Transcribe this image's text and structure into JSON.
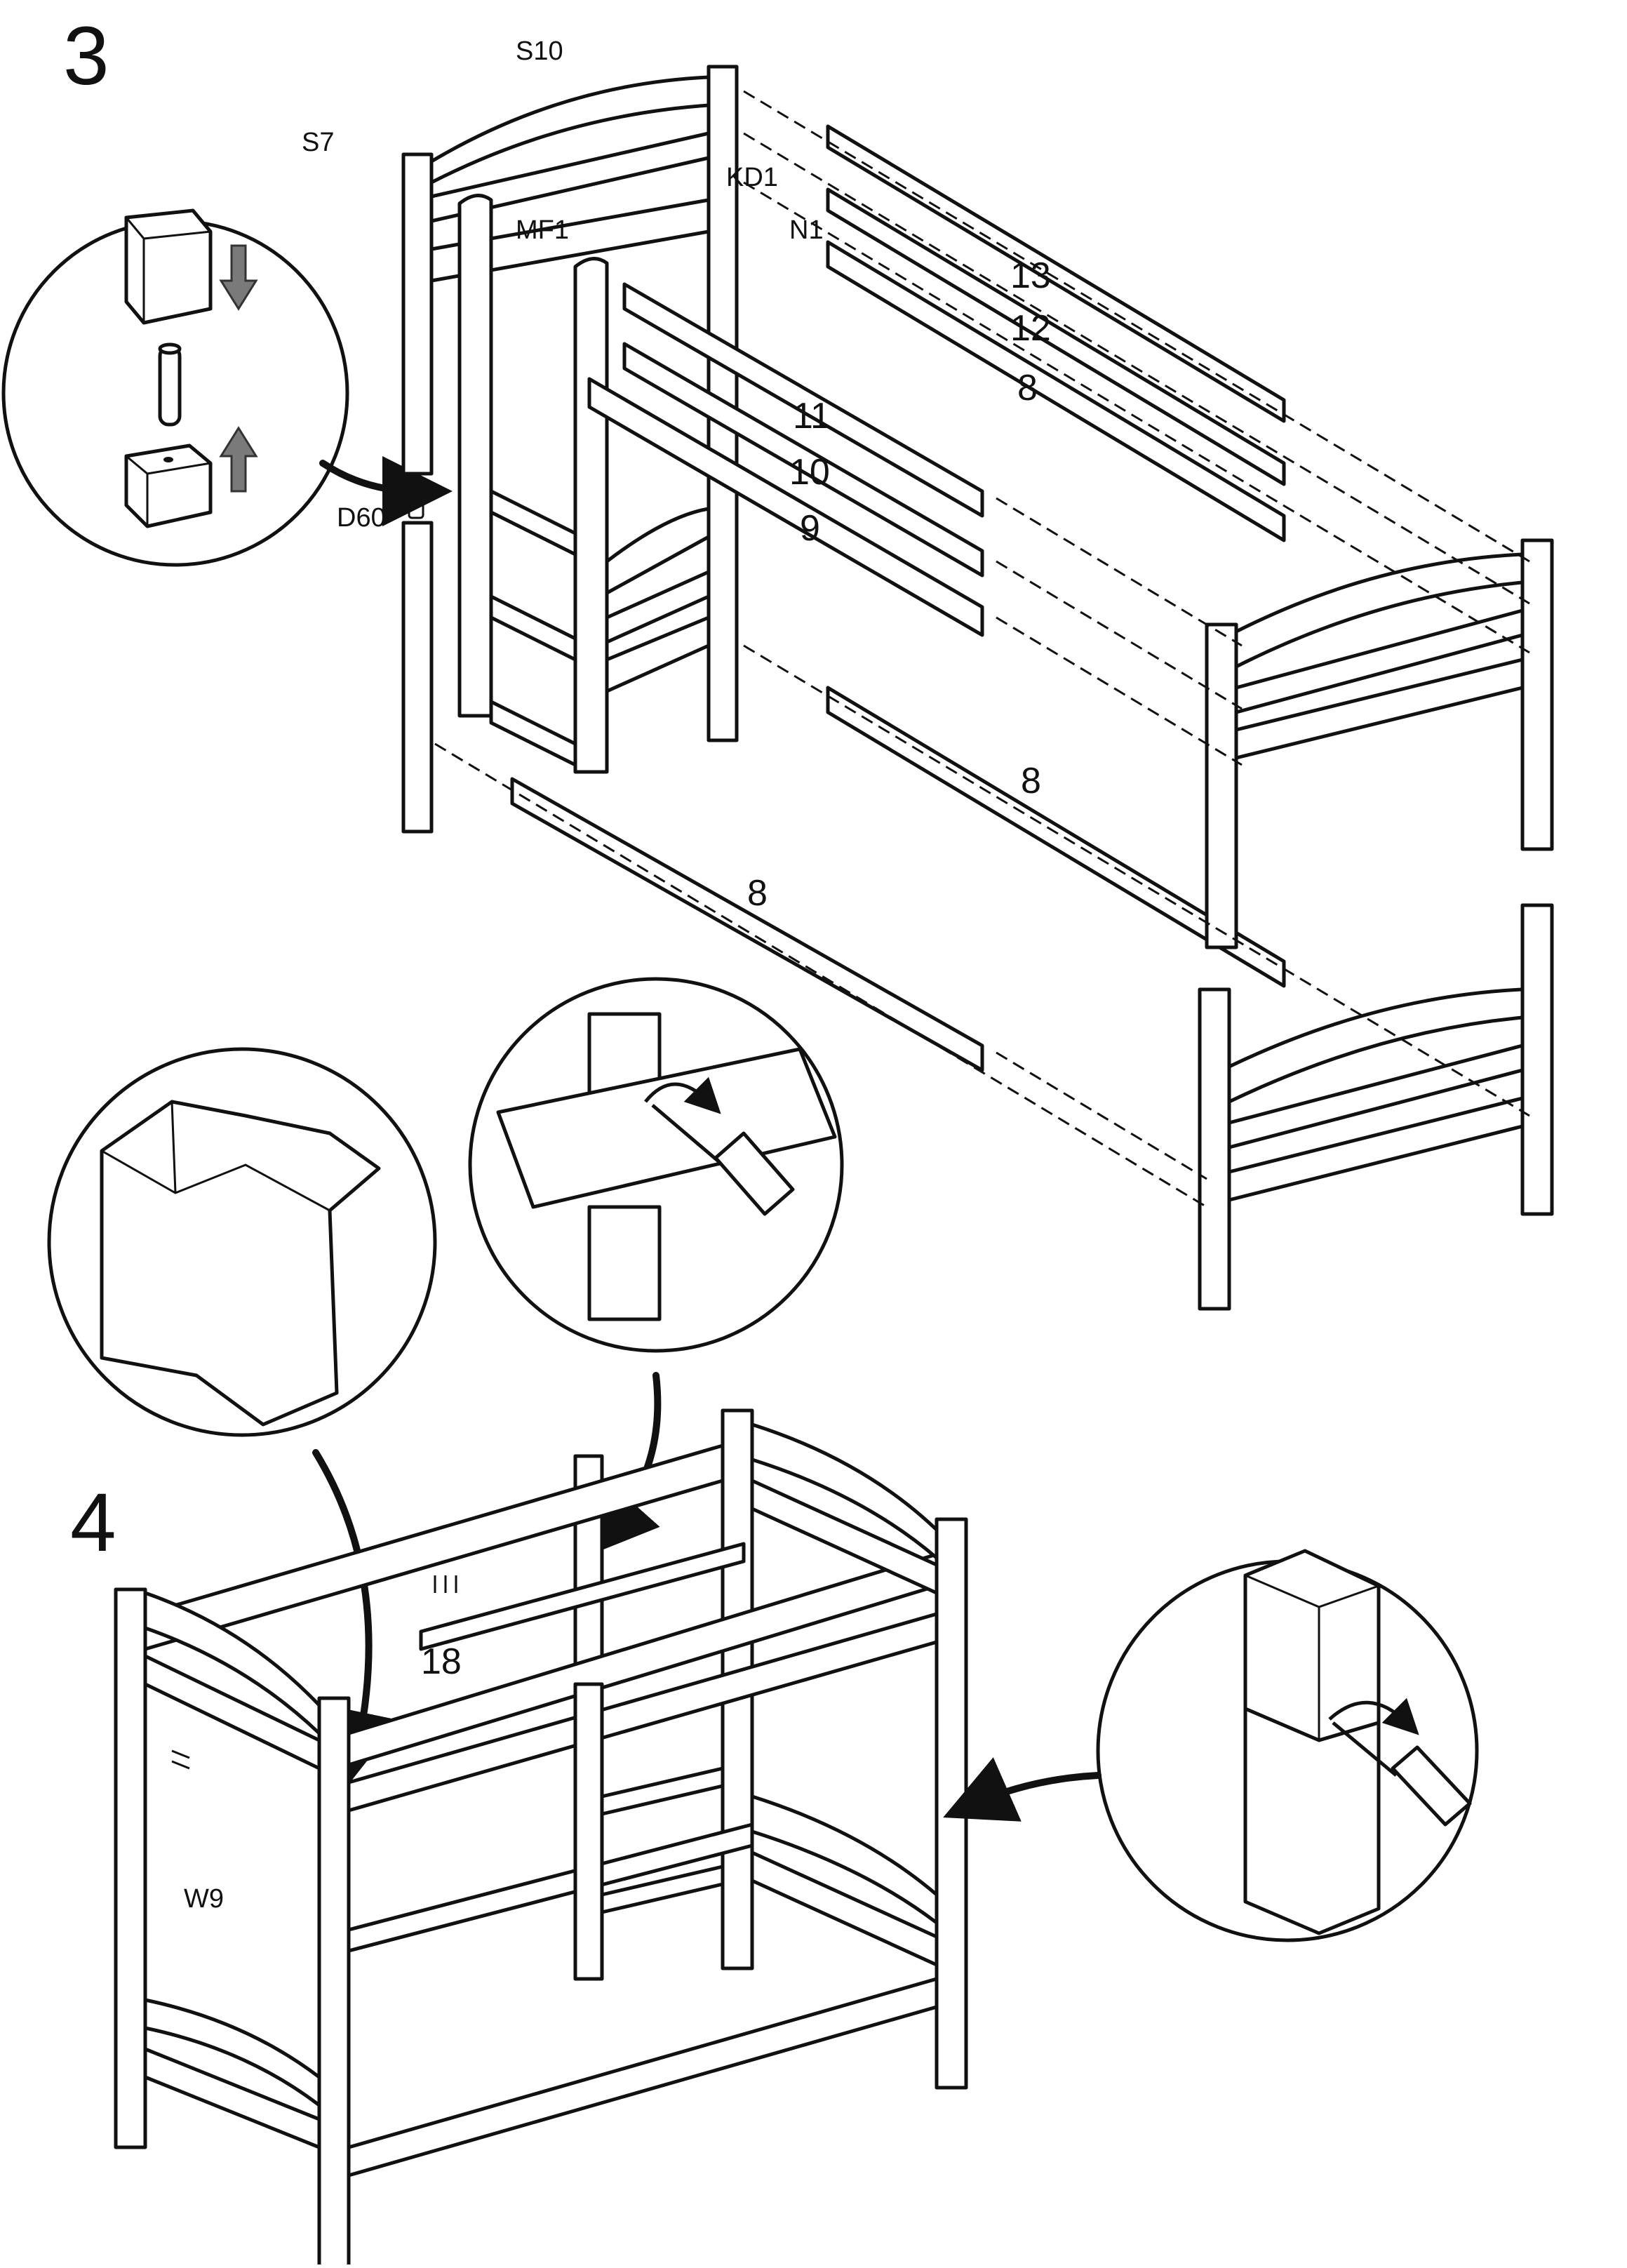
{
  "steps": [
    {
      "number": "3"
    },
    {
      "number": "4"
    }
  ],
  "step3": {
    "hardware": {
      "s10": "S10",
      "s7": "S7",
      "kd1": "KD1",
      "mf1": "MF1",
      "n1": "N1",
      "d60": "D60"
    },
    "parts": {
      "p13": "13",
      "p12": "12",
      "p8a": "8",
      "p11": "11",
      "p10": "10",
      "p9": "9",
      "p8b": "8",
      "p8c": "8"
    }
  },
  "step4": {
    "hardware": {
      "w9": "W9"
    },
    "parts": {
      "p18": "18"
    }
  },
  "detail_circles": [
    {
      "name": "dowel-connector-detail",
      "icon": "dowel-icon"
    },
    {
      "name": "post-cap-detail",
      "icon": "post-cap-icon"
    },
    {
      "name": "rail-screwdriver-detail",
      "icon": "screwdriver-icon"
    },
    {
      "name": "post-join-screwdriver-detail",
      "icon": "screwdriver-icon"
    }
  ]
}
